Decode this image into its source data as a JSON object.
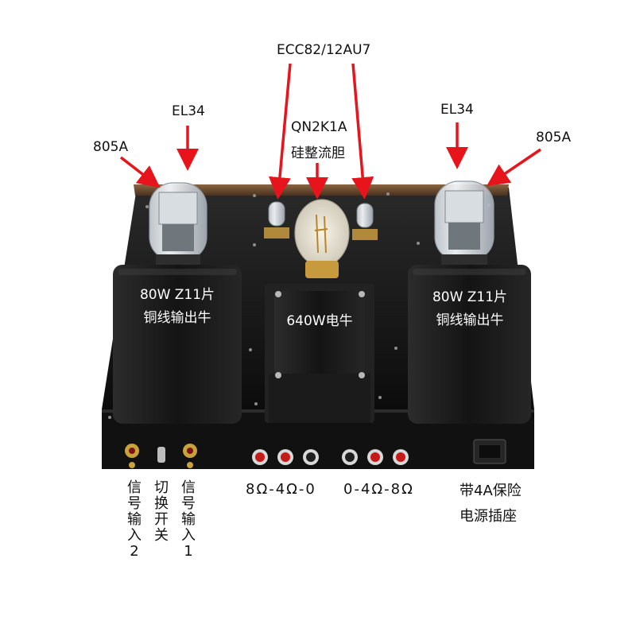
{
  "callouts": {
    "left_805a": "805A",
    "left_el34": "EL34",
    "ecc82": "ECC82/12AU7",
    "rectifier_model": "QN2K1A",
    "rectifier_desc": "硅整流胆",
    "right_el34": "EL34",
    "right_805a": "805A"
  },
  "transformers": {
    "left_line1": "80W Z11片",
    "left_line2": "铜线输出牛",
    "power": "640W电牛",
    "right_line1": "80W Z11片",
    "right_line2": "铜线输出牛"
  },
  "rear_panel": {
    "signal_input_2": "信号输入2",
    "switch": "切换开关",
    "signal_input_1": "信号输入1",
    "speaker_left": "8Ω-4Ω-0",
    "speaker_right": "0-4Ω-8Ω",
    "power_socket_line1": "带4A保险",
    "power_socket_line2": "电源插座"
  },
  "colors": {
    "arrow": "#e8141b",
    "chassis": "#151515",
    "wood": "#6b4a2f",
    "transformer": "#1c1c1c"
  }
}
